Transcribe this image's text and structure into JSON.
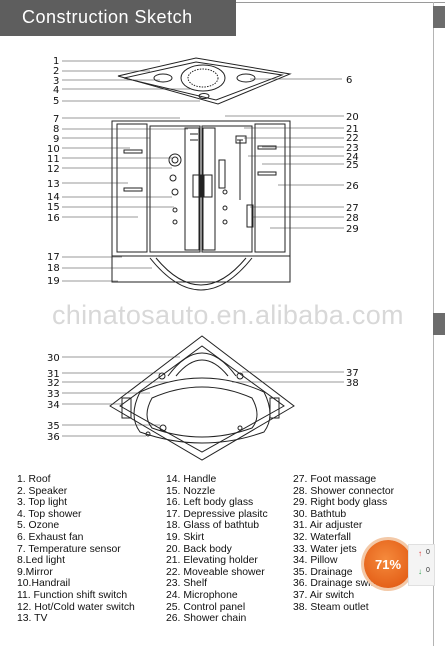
{
  "header": {
    "title": "Construction Sketch"
  },
  "watermark": "chinatosauto.en.alibaba.com",
  "callouts": {
    "top": [
      "1",
      "2",
      "3",
      "4",
      "5",
      "6"
    ],
    "cabin_left": [
      "7",
      "8",
      "9",
      "10",
      "11",
      "12",
      "13",
      "14",
      "15",
      "16",
      "17",
      "18",
      "19"
    ],
    "cabin_right": [
      "20",
      "21",
      "22",
      "23",
      "24",
      "25",
      "26",
      "27",
      "28",
      "29"
    ],
    "tub_left": [
      "30",
      "31",
      "32",
      "33",
      "34",
      "35",
      "36"
    ],
    "tub_right": [
      "37",
      "38"
    ]
  },
  "legend": {
    "col1": [
      "1. Roof",
      "2. Speaker",
      "3. Top light",
      "4. Top shower",
      "5. Ozone",
      "6. Exhaust fan",
      "7. Temperature sensor",
      "8.Led light",
      "9.Mirror",
      "10.Handrail",
      "11. Function shift switch",
      "12. Hot/Cold water switch",
      "13. TV"
    ],
    "col2": [
      "14. Handle",
      "15. Nozzle",
      "16. Left body glass",
      "17. Depressive plasitc",
      "18. Glass of bathtub",
      "19. Skirt",
      "20. Back body",
      "21. Elevating holder",
      "22. Moveable shower",
      "23. Shelf",
      "24. Microphone",
      "25. Control panel",
      "26. Shower chain"
    ],
    "col3": [
      "27. Foot massage",
      "28. Shower connector",
      "29. Right body glass",
      "30. Bathtub",
      "31. Air adjuster",
      "32. Waterfall",
      "33. Water jets",
      "34. Pillow",
      "35. Drainage",
      "36. Drainage switch",
      "37. Air switch",
      "38. Steam outlet"
    ]
  },
  "overlay": {
    "percent": "71%",
    "stat_up": "0",
    "stat_down": "0"
  },
  "colors": {
    "header_bg": "#5e5e5e",
    "badge": "#e5621a"
  }
}
